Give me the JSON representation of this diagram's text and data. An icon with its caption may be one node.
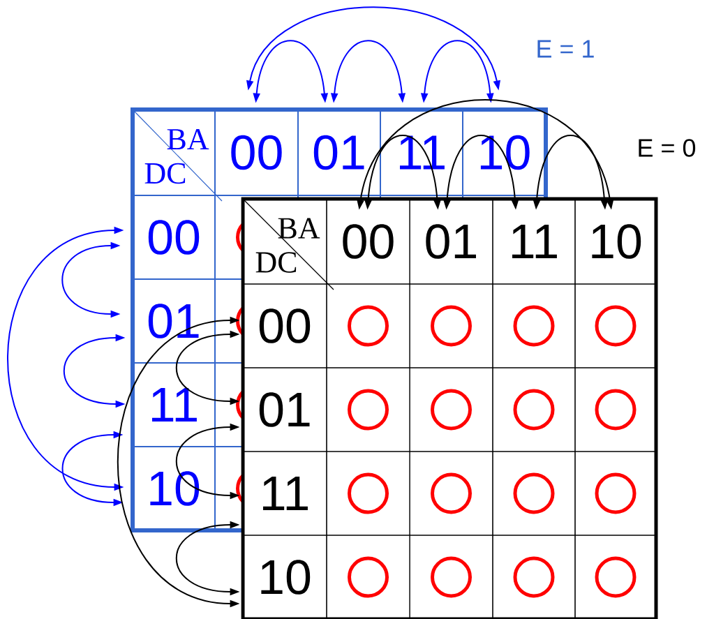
{
  "diagram": {
    "nodes": [
      {
        "text": [
          "BA",
          "DC"
        ]
      },
      {
        "text": [
          "00"
        ]
      },
      {
        "text": [
          "01"
        ]
      },
      {
        "text": [
          "11"
        ]
      },
      {
        "text": [
          "10"
        ]
      },
      {
        "text": [
          "00"
        ]
      },
      {
        "text": [
          "01"
        ]
      },
      {
        "text": [
          "11"
        ]
      },
      {
        "text": [
          "10"
        ]
      },
      {
        "text": [
          "BA",
          "DC"
        ]
      },
      {
        "text": [
          "00"
        ]
      },
      {
        "text": [
          "01"
        ]
      },
      {
        "text": [
          "11"
        ]
      },
      {
        "text": [
          "10"
        ]
      },
      {
        "text": [
          "00"
        ]
      },
      {
        "text": [
          "01"
        ]
      },
      {
        "text": [
          "11"
        ]
      },
      {
        "text": [
          "10"
        ]
      }
    ],
    "edges": [
      {
        "from": 1,
        "to": 2,
        "arrow": "both",
        "color": "#0000ff"
      },
      {
        "from": 2,
        "to": 3,
        "arrow": "both",
        "color": "#0000ff"
      },
      {
        "from": 3,
        "to": 4,
        "arrow": "both",
        "color": "#0000ff"
      },
      {
        "from": 1,
        "to": 4,
        "arrow": "both",
        "color": "#0000ff"
      },
      {
        "from": 10,
        "to": 11,
        "arrow": "both",
        "color": "#000000"
      },
      {
        "from": 11,
        "to": 12,
        "arrow": "both",
        "color": "#000000"
      },
      {
        "from": 12,
        "to": 13,
        "arrow": "both",
        "color": "#000000"
      },
      {
        "from": 10,
        "to": 13,
        "arrow": "both",
        "color": "#000000"
      },
      {
        "from": 5,
        "to": 6,
        "arrow": "both",
        "color": "#0000ff"
      },
      {
        "from": 6,
        "to": 7,
        "arrow": "both",
        "color": "#0000ff"
      },
      {
        "from": 7,
        "to": 8,
        "arrow": "both",
        "color": "#0000ff"
      },
      {
        "from": 5,
        "to": 8,
        "arrow": "both",
        "color": "#0000ff"
      },
      {
        "from": 14,
        "to": 15,
        "arrow": "both",
        "color": "#000000"
      },
      {
        "from": 15,
        "to": 16,
        "arrow": "both",
        "color": "#000000"
      },
      {
        "from": 16,
        "to": 17,
        "arrow": "both",
        "color": "#000000"
      },
      {
        "from": 14,
        "to": 17,
        "arrow": "both",
        "color": "#000000"
      }
    ],
    "labels": [
      "E = 1",
      "E = 0"
    ]
  }
}
